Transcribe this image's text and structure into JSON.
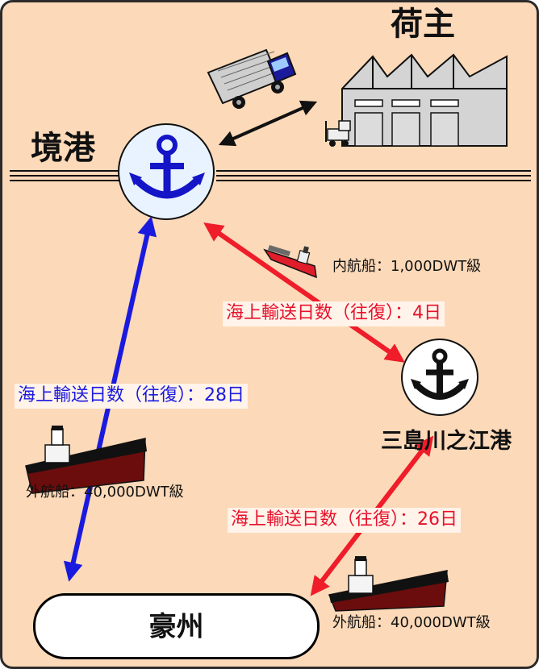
{
  "colors": {
    "background": "#fcd9b8",
    "border": "#2b2b2b",
    "red_route": "#ef1c2a",
    "blue_route": "#1a1adf",
    "anchor_blue": "#1515c8",
    "anchor_circle_fill": "#e8f3ff",
    "ship_hull": "#6b0d0d",
    "ship_deck": "#111111"
  },
  "labels": {
    "shipper": "荷主",
    "sakaiminato": "境港",
    "mishima": "三島川之江港",
    "gosyu": "豪州"
  },
  "routes": {
    "domestic_ship": "内航船：1,000DWT級",
    "domestic_days": "海上輸送日数（往復）：4日",
    "foreign_ship_left": "外航船：40,000DWT級",
    "foreign_days_left": "海上輸送日数（往復）：28日",
    "foreign_ship_right": "外航船：40,000DWT級",
    "foreign_days_right": "海上輸送日数（往復）：26日"
  },
  "icons": {
    "anchor_large": "anchor-icon",
    "anchor_small": "anchor-icon",
    "truck": "truck-icon",
    "factory": "factory-icon",
    "forklift": "forklift-icon",
    "ship": "ship-icon"
  }
}
